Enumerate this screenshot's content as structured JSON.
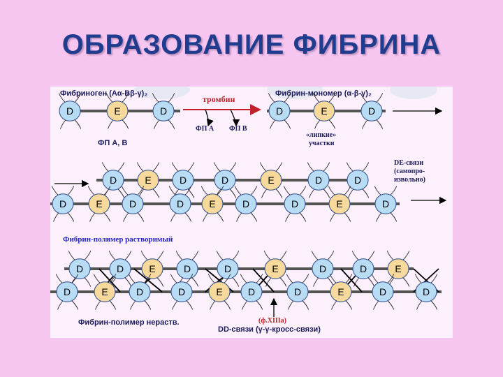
{
  "title": "ОБРАЗОВАНИЕ ФИБРИНА",
  "figure": {
    "fibrinogen_label": "Фибриноген (Aα-Bβ-γ)₂",
    "thrombin_label": "тромбин",
    "fpa_label": "ФП А",
    "fpb_label": "ФП В",
    "fpab_label": "ФП А, В",
    "monomer_label": "Фибрин-мономер (α-β-γ)₂",
    "sticky_label_1": "«липкие»",
    "sticky_label_2": "участки",
    "de_label_1": "DE-связи",
    "de_label_2": "(самопро-",
    "de_label_3": "извольно)",
    "soluble_label": "Фибрин-полимер растворимый",
    "insoluble_label": "Фибрин-полимер нераств.",
    "factor_label": "(ф.XIIIa)",
    "dd_label": "DD-связи (γ-γ-кросс-связи)",
    "d_letter": "D",
    "e_letter": "E"
  },
  "colors": {
    "title": "#1f3c8f",
    "d_node": "#b9dcf5",
    "e_node": "#f7d99c",
    "arrow_red": "#c0202a",
    "text_dark": "#1a1a5a"
  }
}
